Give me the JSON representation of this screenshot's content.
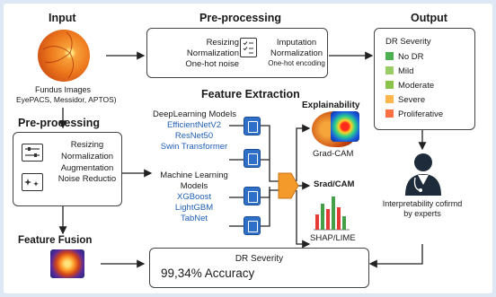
{
  "input": {
    "title": "Input",
    "caption": "Fundus Images",
    "datasets": "EyePACS, Messidor, APTOS)"
  },
  "preprocessing_top": {
    "title": "Pre-processing",
    "steps_left": [
      "Resizing",
      "Normalization",
      "One-hot noise"
    ],
    "steps_right": [
      "Imputation",
      "Normalization",
      "One-hot encoding"
    ]
  },
  "preprocessing_left": {
    "title": "Pre-processing",
    "steps": [
      "Resizing",
      "Normalization",
      "Augmentation",
      "Noise Reductio"
    ]
  },
  "feature_extraction": {
    "title": "Feature Extraction",
    "dl_heading": "DeepLearning Models",
    "dl_models": [
      "EfficientNetV2",
      "ResNet50",
      "Swin Transformer"
    ],
    "ml_heading": [
      "Machine Learning",
      "Models"
    ],
    "ml_models": [
      "XGBoost",
      "LightGBM",
      "TabNet"
    ]
  },
  "explainability": {
    "title": "Explainability",
    "gradcam": "Grad-CAM",
    "srad": "Srad/CAM",
    "shap": "SHAP/LIME"
  },
  "output": {
    "title": "Output",
    "severity_title": "DR Severity",
    "levels": [
      {
        "label": "No DR",
        "color": "#4caf50"
      },
      {
        "label": "Mild",
        "color": "#9ccc65"
      },
      {
        "label": "Moderate",
        "color": "#8bc34a"
      },
      {
        "label": "Severe",
        "color": "#ffb74d"
      },
      {
        "label": "Proliferative",
        "color": "#ff7043"
      }
    ],
    "expert_caption": [
      "Interpretability cofirmd",
      "by experts"
    ]
  },
  "fusion": {
    "title": "Feature Fusion"
  },
  "result": {
    "title": "DR Severity",
    "accuracy": "99,34% Accuracy"
  }
}
